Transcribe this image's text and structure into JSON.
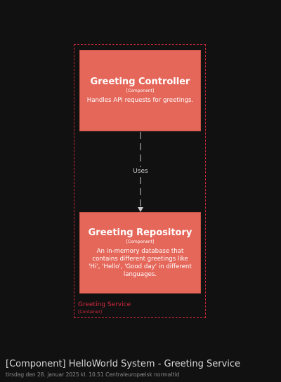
{
  "diagram": {
    "boundary": {
      "label": "Greeting Service",
      "type": "[Container]",
      "color": "#c8283a"
    },
    "components": [
      {
        "title": "Greeting Controller",
        "type": "[Component]",
        "description": "Handles API requests for greetings.",
        "color": "#e5675a"
      },
      {
        "title": "Greeting Repository",
        "type": "[Component]",
        "description": "An in-memory database that contains different greetings like 'Hi', 'Hello', 'Good day' in different languages.",
        "color": "#e5675a"
      }
    ],
    "relationship": {
      "label": "Uses"
    }
  },
  "footer": {
    "title": "[Component] HelloWorld System - Greeting Service",
    "subtitle": "tirsdag den 28. januar 2025 kl. 10.51 Centraleuropæisk normaltid"
  }
}
